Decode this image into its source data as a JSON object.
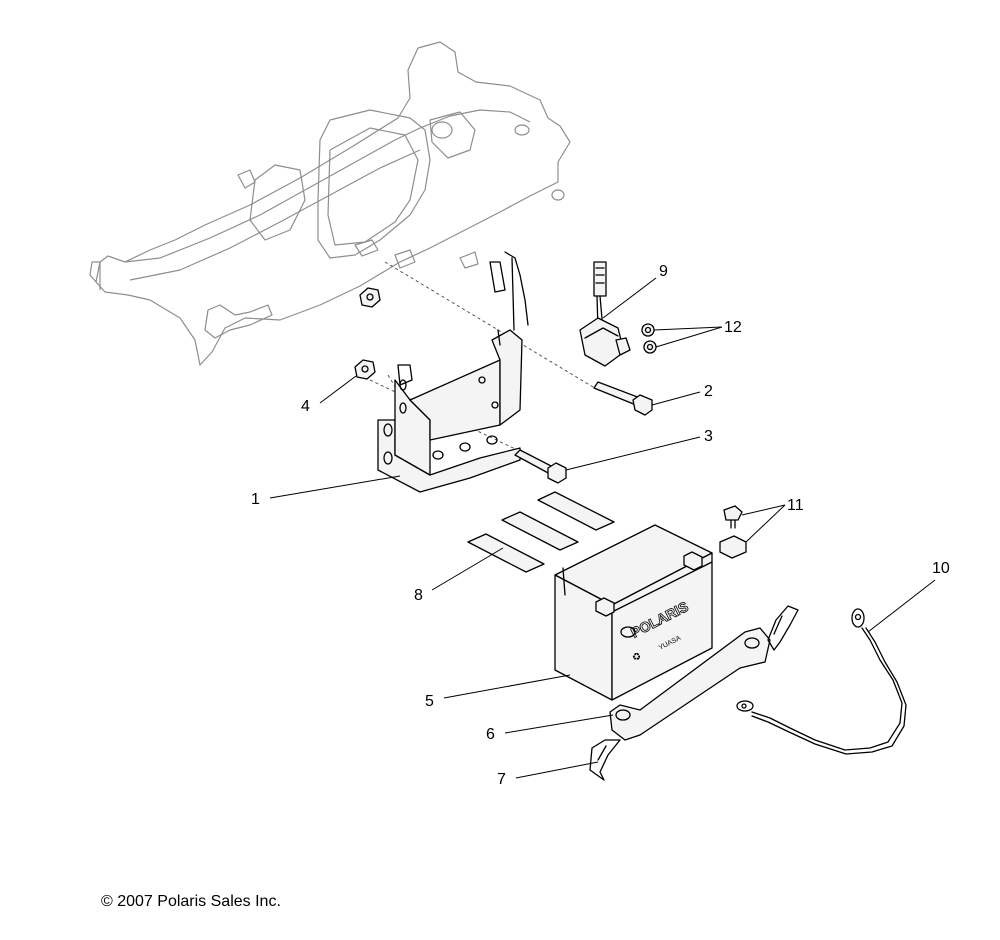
{
  "callouts": [
    {
      "id": "1",
      "text": "1"
    },
    {
      "id": "2",
      "text": "2"
    },
    {
      "id": "3",
      "text": "3"
    },
    {
      "id": "4",
      "text": "4"
    },
    {
      "id": "5",
      "text": "5"
    },
    {
      "id": "6",
      "text": "6"
    },
    {
      "id": "7",
      "text": "7"
    },
    {
      "id": "8",
      "text": "8"
    },
    {
      "id": "9",
      "text": "9"
    },
    {
      "id": "10",
      "text": "10"
    },
    {
      "id": "11",
      "text": "11"
    },
    {
      "id": "12",
      "text": "12"
    }
  ],
  "battery_brand": "POLARIS",
  "battery_badge": "YUASA",
  "copyright": "© 2007 Polaris Sales Inc."
}
